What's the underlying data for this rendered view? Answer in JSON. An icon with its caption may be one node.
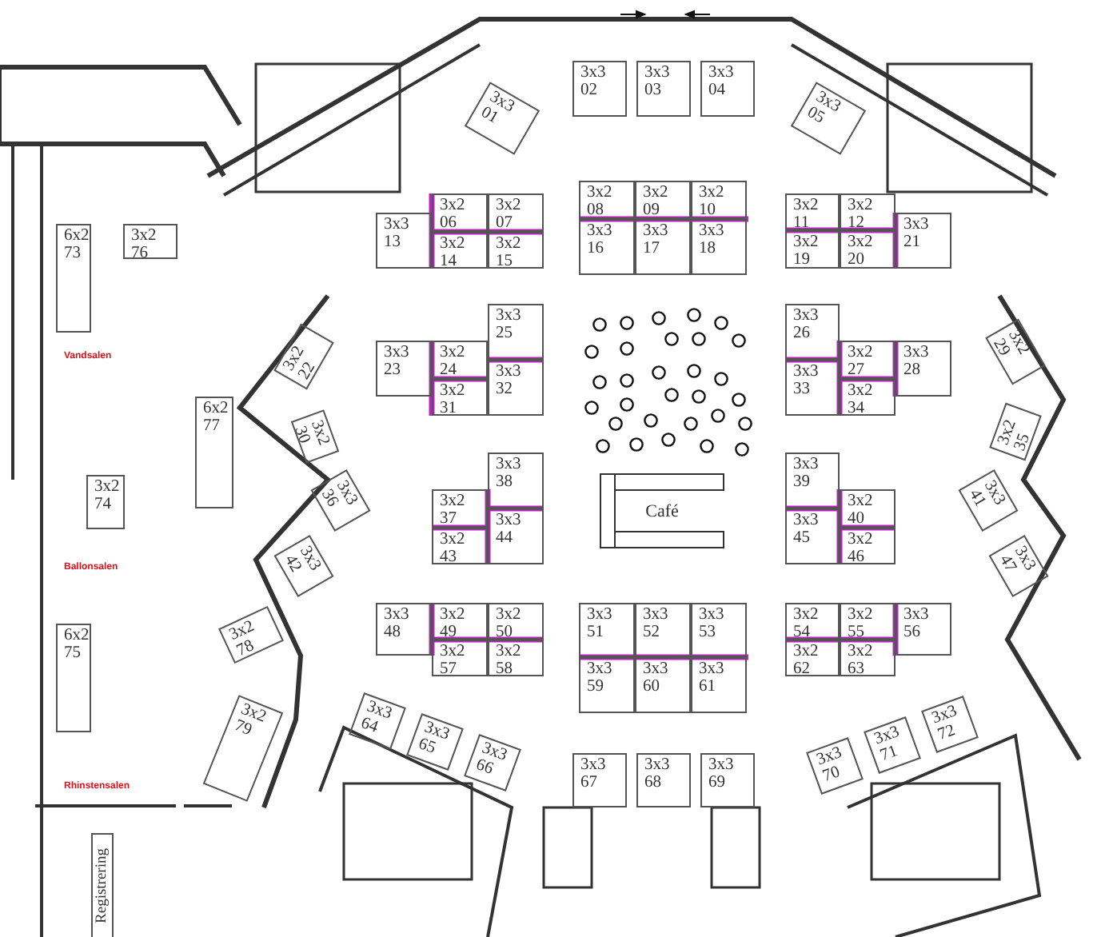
{
  "diagram": {
    "nodes": [
      {
        "text": [
          "3x3",
          "01"
        ]
      },
      {
        "text": [
          "3x3",
          "02"
        ]
      },
      {
        "text": [
          "3x3",
          "03"
        ]
      },
      {
        "text": [
          "3x3",
          "04"
        ]
      },
      {
        "text": [
          "3x3",
          "05"
        ]
      },
      {
        "text": [
          "3x2",
          "06"
        ]
      },
      {
        "text": [
          "3x2",
          "07"
        ]
      },
      {
        "text": [
          "3x2",
          "08"
        ]
      },
      {
        "text": [
          "3x2",
          "09"
        ]
      },
      {
        "text": [
          "3x2",
          "10"
        ]
      },
      {
        "text": [
          "3x2",
          "11"
        ]
      },
      {
        "text": [
          "3x2",
          "12"
        ]
      },
      {
        "text": [
          "3x3",
          "13"
        ]
      },
      {
        "text": [
          "3x2",
          "14"
        ]
      },
      {
        "text": [
          "3x2",
          "15"
        ]
      },
      {
        "text": [
          "3x3",
          "16"
        ]
      },
      {
        "text": [
          "3x3",
          "17"
        ]
      },
      {
        "text": [
          "3x3",
          "18"
        ]
      },
      {
        "text": [
          "3x2",
          "19"
        ]
      },
      {
        "text": [
          "3x2",
          "20"
        ]
      },
      {
        "text": [
          "3x3",
          "21"
        ]
      },
      {
        "text": [
          "6x2",
          "73"
        ]
      },
      {
        "text": [
          "3x2",
          "76"
        ]
      },
      {
        "text": [
          "3x2",
          "22"
        ]
      },
      {
        "text": [
          "3x2",
          "29"
        ]
      },
      {
        "text": [
          "3x3",
          "25"
        ]
      },
      {
        "text": [
          "3x3",
          "26"
        ]
      },
      {
        "text": [
          "3x3",
          "23"
        ]
      },
      {
        "text": [
          "3x2",
          "24"
        ]
      },
      {
        "text": [
          "3x2",
          "27"
        ]
      },
      {
        "text": [
          "3x3",
          "28"
        ]
      },
      {
        "text": [
          "3x2",
          "31"
        ]
      },
      {
        "text": [
          "3x3",
          "32"
        ]
      },
      {
        "text": [
          "3x3",
          "33"
        ]
      },
      {
        "text": [
          "3x2",
          "34"
        ]
      },
      {
        "text": [
          "6x2",
          "77"
        ]
      },
      {
        "text": [
          "3x2",
          "30"
        ]
      },
      {
        "text": [
          "3x2",
          "35"
        ]
      },
      {
        "text": [
          "3x2",
          "74"
        ]
      },
      {
        "text": [
          "3x3",
          "38"
        ]
      },
      {
        "text": [
          "3x3",
          "39"
        ]
      },
      {
        "text": [
          "3x3",
          "36"
        ]
      },
      {
        "text": [
          "3x3",
          "41"
        ]
      },
      {
        "text": [
          "Café"
        ]
      },
      {
        "text": [
          "3x2",
          "37"
        ]
      },
      {
        "text": [
          "3x2",
          "40"
        ]
      },
      {
        "text": [
          "3x2",
          "43"
        ]
      },
      {
        "text": [
          "3x3",
          "44"
        ]
      },
      {
        "text": [
          "3x3",
          "45"
        ]
      },
      {
        "text": [
          "3x2",
          "46"
        ]
      },
      {
        "text": [
          "3x3",
          "42"
        ]
      },
      {
        "text": [
          "3x3",
          "47"
        ]
      },
      {
        "text": [
          "3x3",
          "48"
        ]
      },
      {
        "text": [
          "3x2",
          "49"
        ]
      },
      {
        "text": [
          "3x2",
          "50"
        ]
      },
      {
        "text": [
          "3x3",
          "51"
        ]
      },
      {
        "text": [
          "3x3",
          "52"
        ]
      },
      {
        "text": [
          "3x3",
          "53"
        ]
      },
      {
        "text": [
          "3x2",
          "54"
        ]
      },
      {
        "text": [
          "3x2",
          "55"
        ]
      },
      {
        "text": [
          "3x3",
          "56"
        ]
      },
      {
        "text": [
          "6x2",
          "75"
        ]
      },
      {
        "text": [
          "3x2",
          "78"
        ]
      },
      {
        "text": [
          "3x2",
          "57"
        ]
      },
      {
        "text": [
          "3x2",
          "58"
        ]
      },
      {
        "text": [
          "3x3",
          "59"
        ]
      },
      {
        "text": [
          "3x3",
          "60"
        ]
      },
      {
        "text": [
          "3x3",
          "61"
        ]
      },
      {
        "text": [
          "3x2",
          "62"
        ]
      },
      {
        "text": [
          "3x2",
          "63"
        ]
      },
      {
        "text": [
          "3x3",
          "64"
        ]
      },
      {
        "text": [
          "3x3",
          "72"
        ]
      },
      {
        "text": [
          "3x3",
          "65"
        ]
      },
      {
        "text": [
          "3x3",
          "71"
        ]
      },
      {
        "text": [
          "3x3",
          "66"
        ]
      },
      {
        "text": [
          "3x3",
          "70"
        ]
      },
      {
        "text": [
          "3x2",
          "79"
        ]
      },
      {
        "text": [
          "3x3",
          "67"
        ]
      },
      {
        "text": [
          "3x3",
          "68"
        ]
      },
      {
        "text": [
          "3x3",
          "69"
        ]
      },
      {
        "text": [
          "Registrering"
        ]
      }
    ],
    "labels": [
      "Vandsalen",
      "Ballonsalen",
      "Rhinstensalen"
    ]
  }
}
